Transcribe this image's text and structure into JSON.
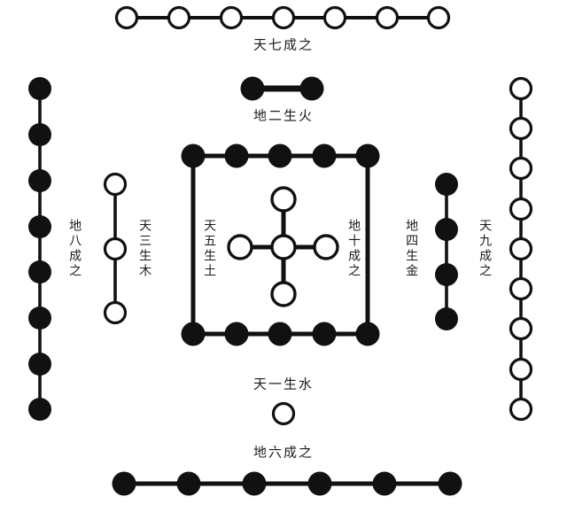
{
  "diagram": {
    "title": "河图 (He Tu) numeric dot diagram",
    "colors": {
      "stroke": "#111111",
      "yang_fill": "#ffffff",
      "yin_fill": "#111111",
      "background": "#ffffff",
      "text": "#1b1b1b"
    },
    "groups": [
      {
        "id": "top-seven",
        "label": "天七成之",
        "polarity": "yang",
        "count": 7,
        "orientation": "horizontal",
        "label_position": "below"
      },
      {
        "id": "top-two",
        "label": "地二生火",
        "polarity": "yin",
        "count": 2,
        "orientation": "horizontal",
        "label_position": "below"
      },
      {
        "id": "left-eight",
        "label": "地八成之",
        "polarity": "yin",
        "count": 8,
        "orientation": "vertical",
        "label_position": "right"
      },
      {
        "id": "left-three",
        "label": "天三生木",
        "polarity": "yang",
        "count": 3,
        "orientation": "vertical",
        "label_position": "right"
      },
      {
        "id": "center-five",
        "label": "天五生土",
        "polarity": "yang",
        "count": 5,
        "orientation": "cross",
        "label_position": "left"
      },
      {
        "id": "center-ten",
        "label": "地十成之",
        "polarity": "yin",
        "count": 10,
        "orientation": "rectangle-border",
        "label_position": "right"
      },
      {
        "id": "right-four",
        "label": "地四生金",
        "polarity": "yin",
        "count": 4,
        "orientation": "vertical",
        "label_position": "left"
      },
      {
        "id": "right-nine",
        "label": "天九成之",
        "polarity": "yang",
        "count": 9,
        "orientation": "vertical",
        "label_position": "left"
      },
      {
        "id": "bottom-one",
        "label": "天一生水",
        "polarity": "yang",
        "count": 1,
        "orientation": "single",
        "label_position": "above"
      },
      {
        "id": "bottom-six",
        "label": "地六成之",
        "polarity": "yin",
        "count": 6,
        "orientation": "horizontal",
        "label_position": "above"
      }
    ],
    "labels": {
      "top_seven": "天七成之",
      "top_two": "地二生火",
      "left_eight": "地八成之",
      "left_three": "天三生木",
      "center_five": "天五生土",
      "center_ten": "地十成之",
      "right_four": "地四生金",
      "right_nine": "天九成之",
      "bottom_one": "天一生水",
      "bottom_six": "地六成之"
    }
  }
}
